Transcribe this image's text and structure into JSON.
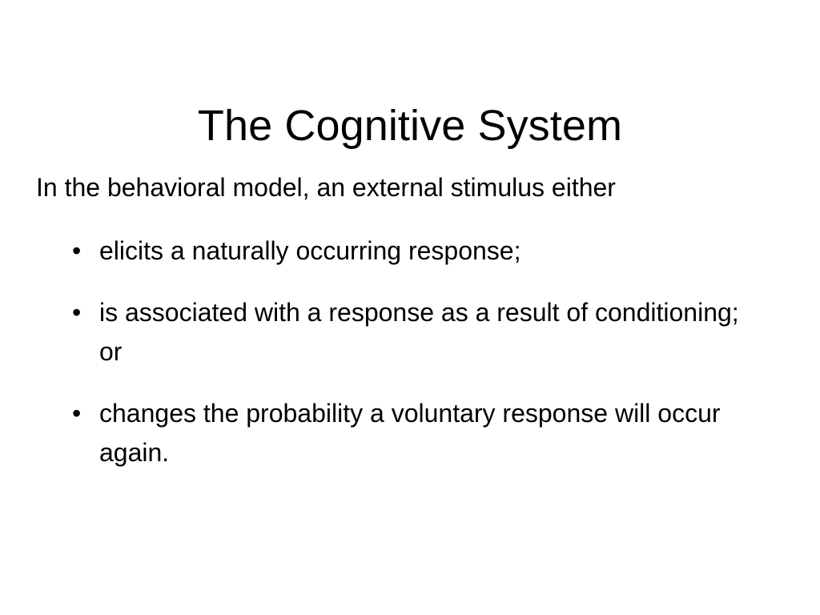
{
  "slide": {
    "title": "The Cognitive System",
    "background_color": "#ffffff",
    "text_color": "#000000",
    "intro": "In the behavioral model, an external stimulus either",
    "bullet_marker": "•",
    "bullets": [
      {
        "text": "elicits a naturally occurring response;"
      },
      {
        "text": "is associated with a response as a result of conditioning; or"
      },
      {
        "text": "changes the probability a voluntary response will occur again."
      }
    ]
  }
}
